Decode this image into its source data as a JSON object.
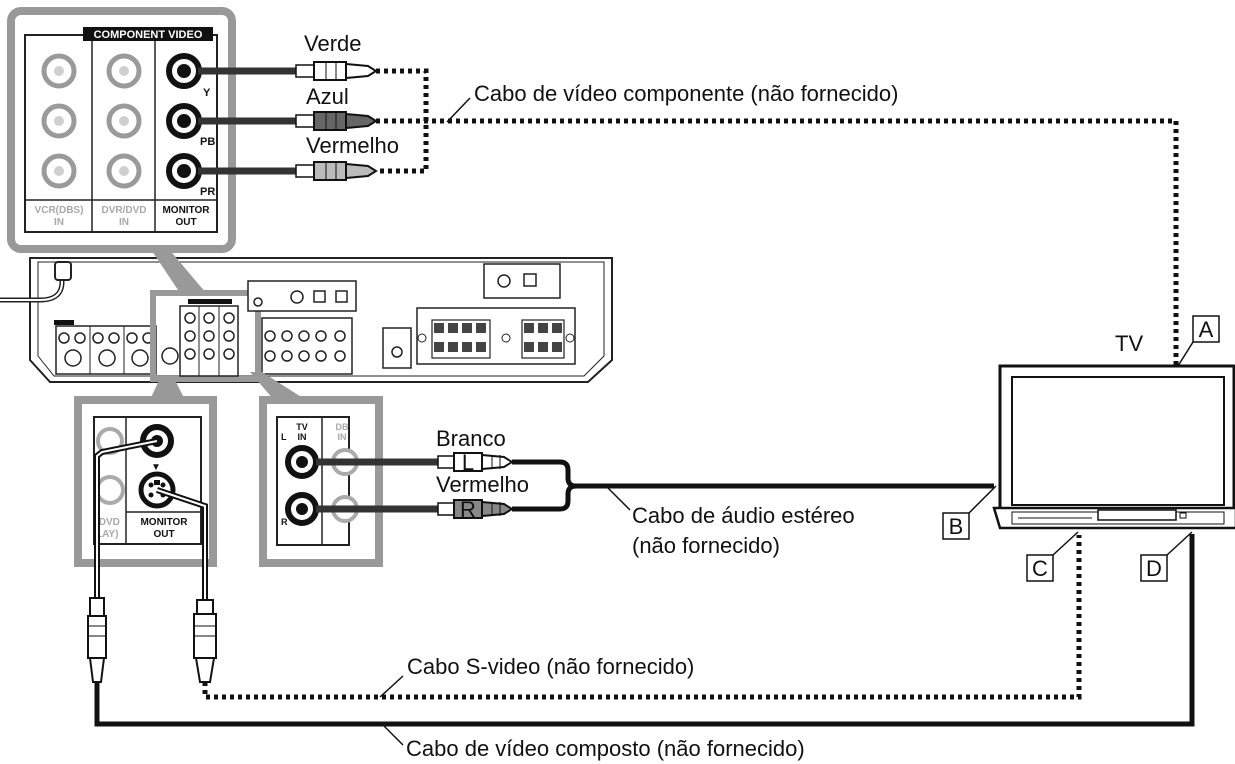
{
  "panel_top": {
    "header": "COMPONENT VIDEO",
    "col1_label_1": "VCR(DBS)",
    "col1_label_2": "IN",
    "col2_label_1": "DVR/DVD",
    "col2_label_2": "IN",
    "col3_label_1": "MONITOR",
    "col3_label_2": "OUT",
    "jack_y": "Y",
    "jack_pb": "PB",
    "jack_pr": "PR"
  },
  "panel_left": {
    "partial_label_1": "/DVD",
    "partial_label_2": "LAY)",
    "monitor_1": "MONITOR",
    "monitor_2": "OUT"
  },
  "panel_right": {
    "tv_1": "TV",
    "tv_2": "IN",
    "db_1": "DB",
    "db_2": "IN",
    "l": "L",
    "r": "R"
  },
  "labels": {
    "verde": "Verde",
    "azul": "Azul",
    "vermelho_top": "Vermelho",
    "component_cable": "Cabo de vídeo componente (não fornecido)",
    "branco": "Branco",
    "vermelho_mid": "Vermelho",
    "plug_l": "L",
    "plug_r": "R",
    "audio_cable_1": "Cabo de áudio estéreo",
    "audio_cable_2": "(não fornecido)",
    "svideo_cable": "Cabo S-video (não fornecido)",
    "composite_cable": "Cabo de vídeo composto (não fornecido)",
    "tv": "TV",
    "box_a": "A",
    "box_b": "B",
    "box_c": "C",
    "box_d": "D"
  }
}
